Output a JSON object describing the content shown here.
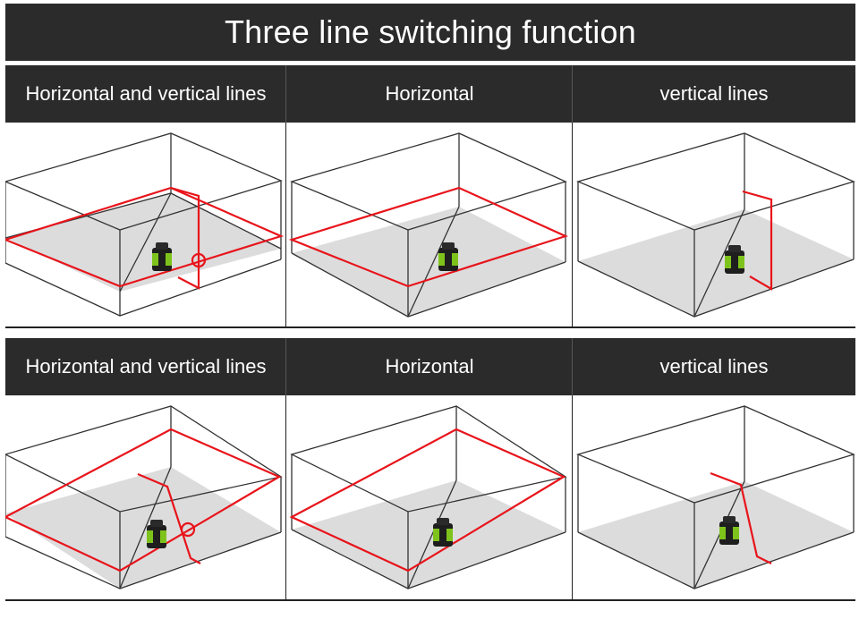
{
  "title": "Three line switching function",
  "rows": [
    {
      "cells": [
        {
          "label": "Horizontal and vertical lines",
          "mode": "horizontal-and-vertical"
        },
        {
          "label": "Horizontal",
          "mode": "horizontal"
        },
        {
          "label": "vertical lines",
          "mode": "vertical"
        }
      ]
    },
    {
      "cells": [
        {
          "label": "Horizontal and vertical lines",
          "mode": "horizontal-and-vertical"
        },
        {
          "label": "Horizontal",
          "mode": "horizontal"
        },
        {
          "label": "vertical lines",
          "mode": "vertical"
        }
      ]
    }
  ],
  "colors": {
    "header_bg": "#2b2b2b",
    "laser_red": "#e8141b",
    "floor_gray": "#dcdcdc",
    "device_green": "#7ec31c"
  }
}
